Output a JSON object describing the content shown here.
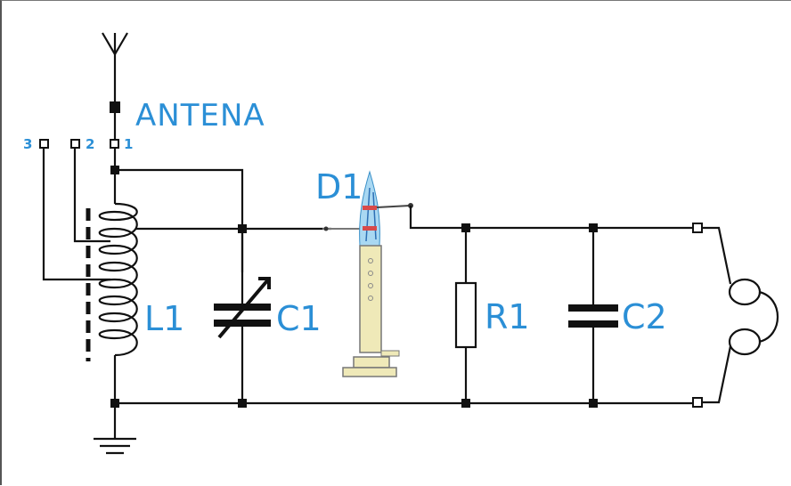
{
  "labels": {
    "antenna": "ANTENA",
    "taps": [
      "3",
      "2",
      "1"
    ],
    "coil": "L1",
    "variable_capacitor": "C1",
    "detector": "D1",
    "resistor": "R1",
    "capacitor": "C2"
  },
  "colors": {
    "label": "#2b8fd6",
    "wire": "#111111",
    "background": "#ffffff"
  },
  "icons": [
    "antenna-icon",
    "inductor-icon",
    "variable-capacitor-icon",
    "crystal-detector-icon",
    "resistor-icon",
    "capacitor-icon",
    "headphones-icon",
    "ground-icon"
  ]
}
